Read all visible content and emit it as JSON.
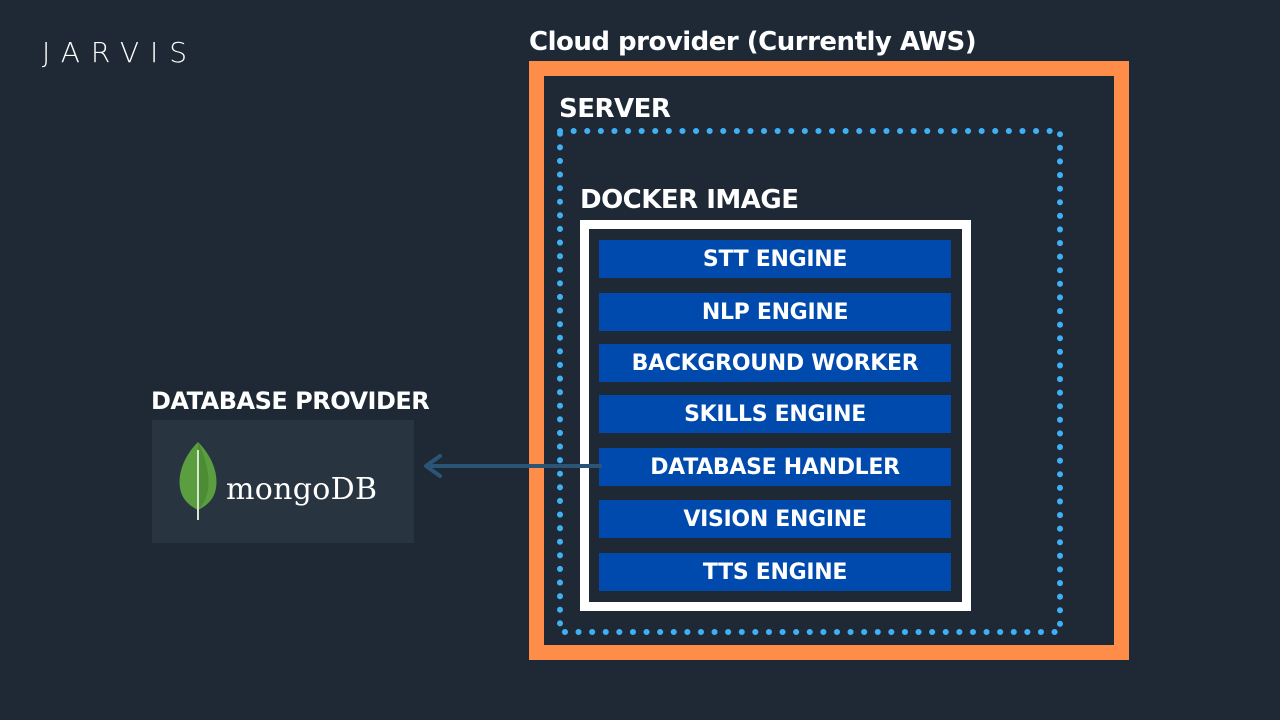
{
  "brand": {
    "logo_text": "JARVIS"
  },
  "cloud": {
    "title": "Cloud provider (Currently AWS)",
    "color": "#fe8d4a"
  },
  "server": {
    "title": "SERVER",
    "color": "#3fb0f4"
  },
  "docker": {
    "title": "DOCKER IMAGE",
    "engines": [
      "STT ENGINE",
      "NLP ENGINE",
      "BACKGROUND WORKER",
      "SKILLS ENGINE",
      "DATABASE HANDLER",
      "VISION ENGINE",
      "TTS ENGINE"
    ],
    "engine_color": "#014aad"
  },
  "database": {
    "title": "DATABASE PROVIDER",
    "logo_text": "mongoDB",
    "logo_icon": "mongodb-leaf-icon"
  },
  "connector": {
    "color": "#2a5577"
  },
  "colors": {
    "background": "#1f2935",
    "card": "#283440"
  }
}
